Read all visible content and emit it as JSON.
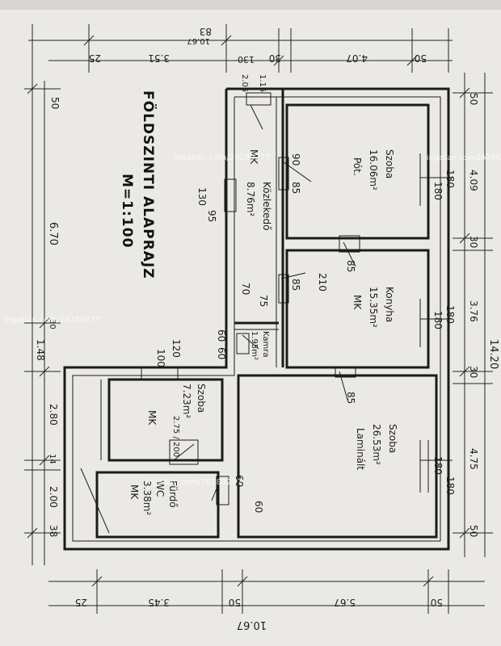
{
  "plan": {
    "title": "FÖLDSZINTI ALAPRAJZ",
    "scale": "M=1:100"
  },
  "rooms": {
    "top": {
      "name": "Szoba",
      "area": "16.06m²",
      "floor": "Pót."
    },
    "middle": {
      "name": "Konyha",
      "area": "15.35m²",
      "floor": "MK"
    },
    "bottom": {
      "name": "Szoba",
      "area": "26.53m²",
      "floor": "Laminált"
    },
    "pantry": {
      "name": "Kamra",
      "area": "1.95m²"
    },
    "corridor": {
      "name": "Közlekedő",
      "area": "8.76m²",
      "floor": "MK"
    },
    "leftroom": {
      "name": "Szoba",
      "area": "7.23m²",
      "floor": "MK",
      "extra": "2.75 / 200"
    },
    "bath": {
      "name": "WC",
      "area": "3.38m²",
      "floor": "MK",
      "title": "Fürdő"
    }
  },
  "dimensions": {
    "top_total": "10.67",
    "top_seg": [
      "25",
      "3.51",
      "30",
      "4.07",
      "50"
    ],
    "top_small": [
      "83",
      "130",
      "2.05",
      "1.15"
    ],
    "bottom_total": "10.67",
    "bottom_seg": [
      "25",
      "3.45",
      "50",
      "5.67",
      "50"
    ],
    "right_total": "14.20",
    "right_seg": [
      "50",
      "4.09",
      "30",
      "3.76",
      "30",
      "4.75",
      "50"
    ],
    "left_total": "6.70",
    "left_seg": [
      "50",
      "1.48",
      "30",
      "2.80",
      "14",
      "2.00",
      "38"
    ],
    "openings": [
      "180",
      "180",
      "180",
      "180",
      "180",
      "180",
      "85",
      "85",
      "85",
      "85",
      "75",
      "60",
      "60",
      "60",
      "90",
      "130",
      "210",
      "120",
      "95",
      "100",
      "70",
      "60"
    ]
  },
  "watermarks": [
    "ingatlan.com/26289277",
    "ingatlan.com/26289277",
    "ingatlan.com/26289277",
    "ingatlan.com/26289277"
  ]
}
